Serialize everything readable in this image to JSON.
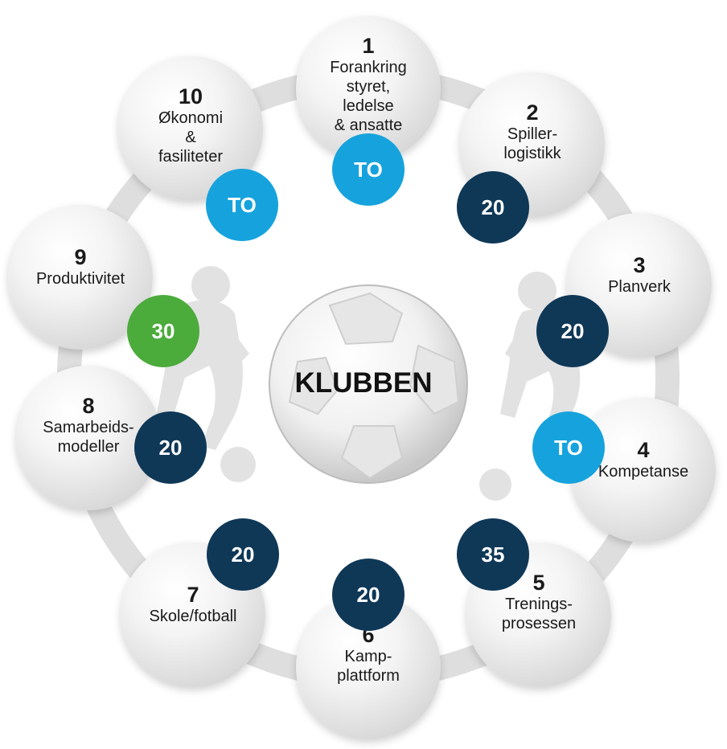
{
  "center": {
    "label": "KLUBBEN"
  },
  "nodes": [
    {
      "number": "1",
      "label": "Forankring\nstyret, ledelse\n& ansatte",
      "badge": "TO",
      "badge_color": "#16a3dd"
    },
    {
      "number": "2",
      "label": "Spiller-\nlogistikk",
      "badge": "20",
      "badge_color": "#0f3857"
    },
    {
      "number": "3",
      "label": "Planverk",
      "badge": "20",
      "badge_color": "#0f3857"
    },
    {
      "number": "4",
      "label": "Kompetanse",
      "badge": "TO",
      "badge_color": "#16a3dd"
    },
    {
      "number": "5",
      "label": "Trenings-\nprosessen",
      "badge": "35",
      "badge_color": "#0f3857"
    },
    {
      "number": "6",
      "label": "Kamp-\nplattform",
      "badge": "20",
      "badge_color": "#0f3857"
    },
    {
      "number": "7",
      "label": "Skole/fotball",
      "badge": "20",
      "badge_color": "#0f3857"
    },
    {
      "number": "8",
      "label": "Samarbeids-\nmodeller",
      "badge": "20",
      "badge_color": "#0f3857"
    },
    {
      "number": "9",
      "label": "Produktivitet",
      "badge": "30",
      "badge_color": "#4bab3b"
    },
    {
      "number": "10",
      "label": "Økonomi &\nfasiliteter",
      "badge": "TO",
      "badge_color": "#16a3dd"
    }
  ],
  "colors": {
    "light_blue": "#16a3dd",
    "dark_blue": "#0f3857",
    "green": "#4bab3b",
    "ring": "#dedede"
  }
}
